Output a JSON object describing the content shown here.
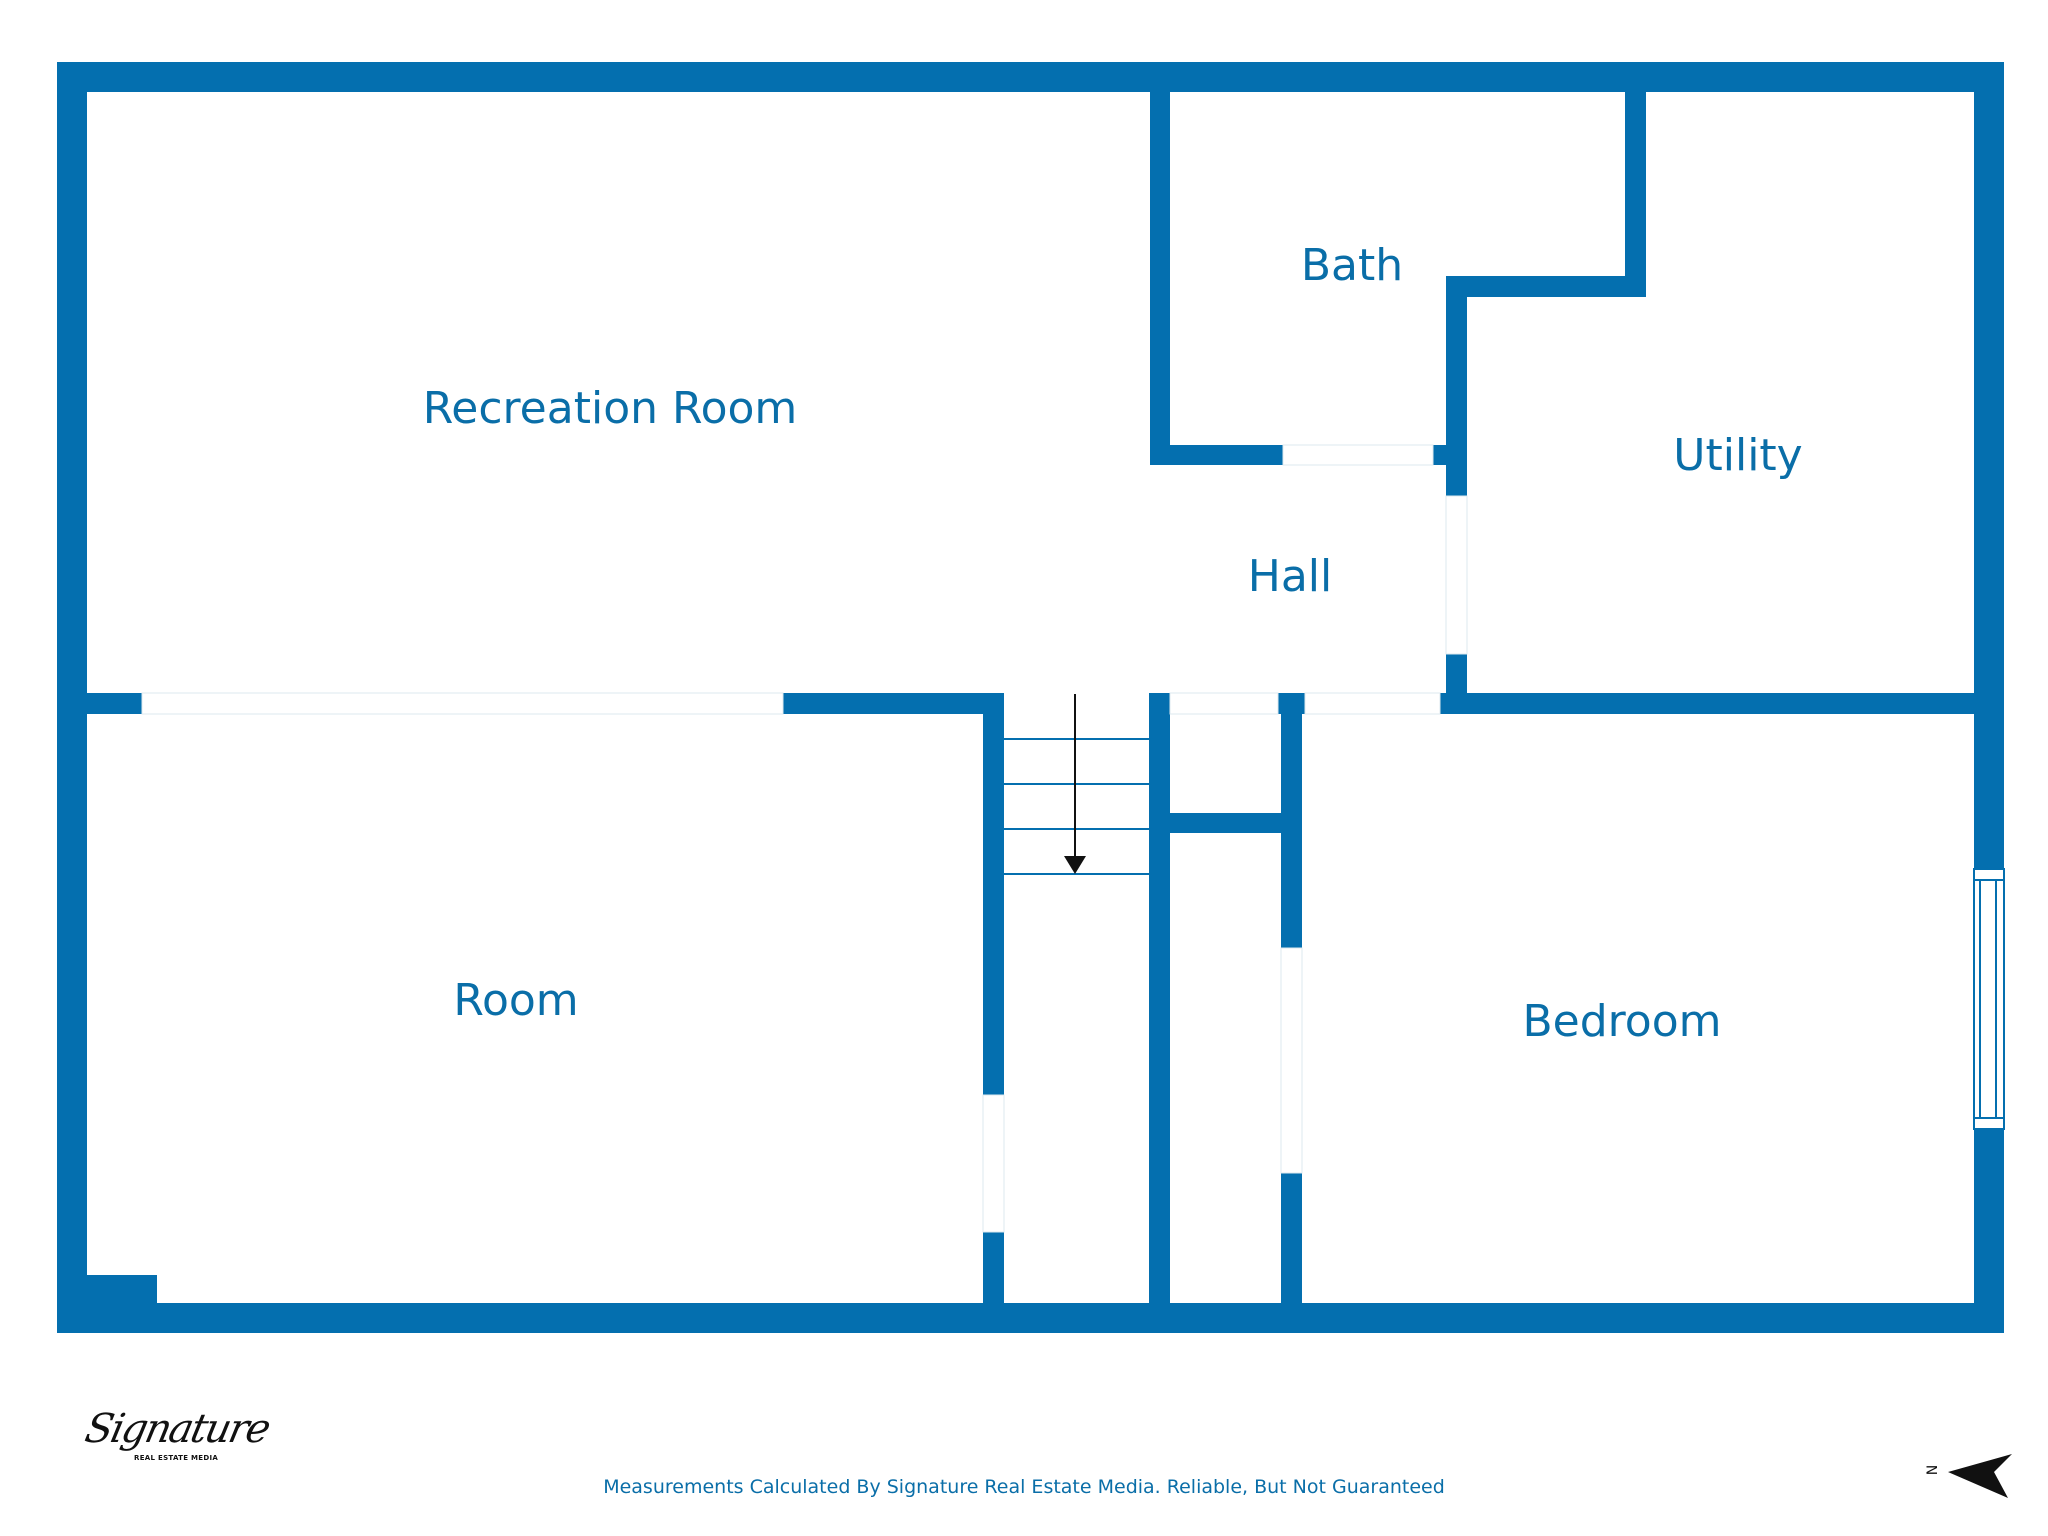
{
  "rooms": {
    "recreation_room": "Recreation Room",
    "bath": "Bath",
    "utility": "Utility",
    "hall": "Hall",
    "room": "Room",
    "bedroom": "Bedroom"
  },
  "footer": {
    "disclaimer": "Measurements Calculated By Signature Real Estate Media. Reliable, But Not Guaranteed"
  },
  "logo": {
    "script": "Signature",
    "subtitle": "REAL ESTATE MEDIA"
  },
  "compass": {
    "north_label": "N"
  },
  "colors": {
    "wall": "#046faf",
    "label": "#0a6ea8"
  }
}
